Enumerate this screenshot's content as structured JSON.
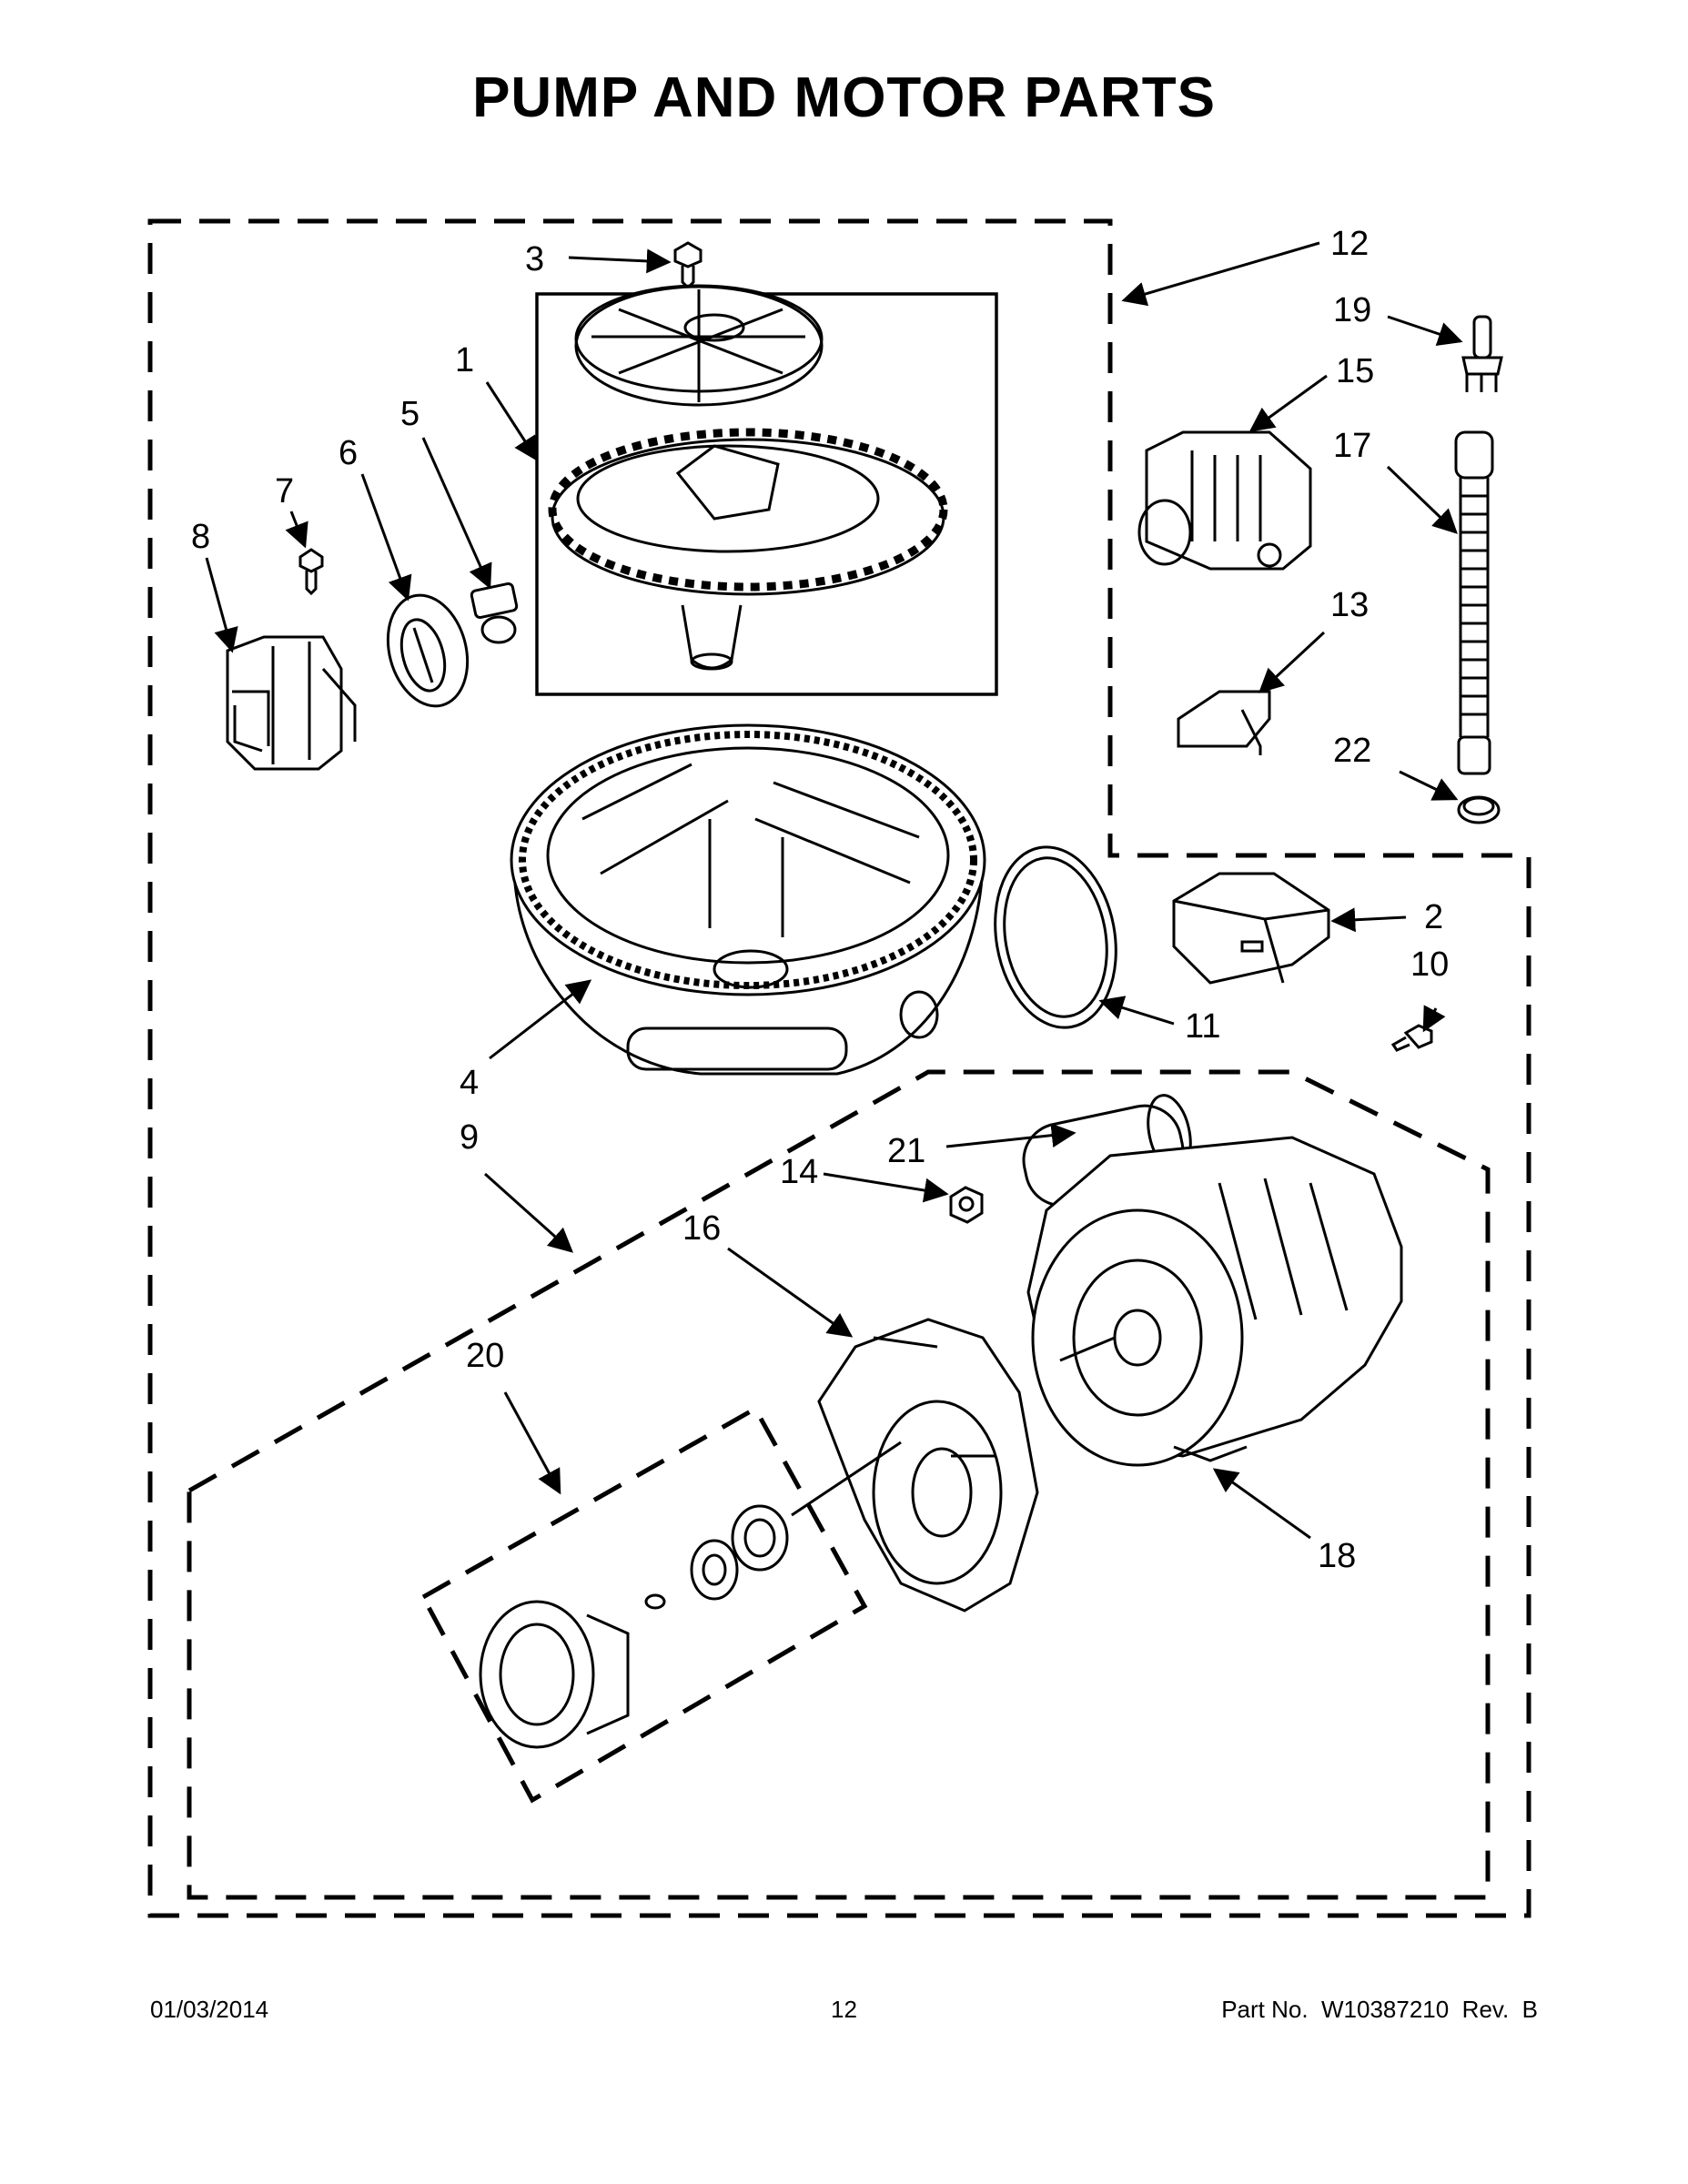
{
  "title": "PUMP AND MOTOR PARTS",
  "callouts": [
    "1",
    "2",
    "3",
    "4",
    "5",
    "6",
    "7",
    "8",
    "9",
    "10",
    "11",
    "12",
    "13",
    "14",
    "15",
    "16",
    "17",
    "18",
    "19",
    "20",
    "21",
    "22"
  ],
  "footer": {
    "date": "01/03/2014",
    "page": "12",
    "part_no": "Part No.  W10387210  Rev.  B"
  }
}
